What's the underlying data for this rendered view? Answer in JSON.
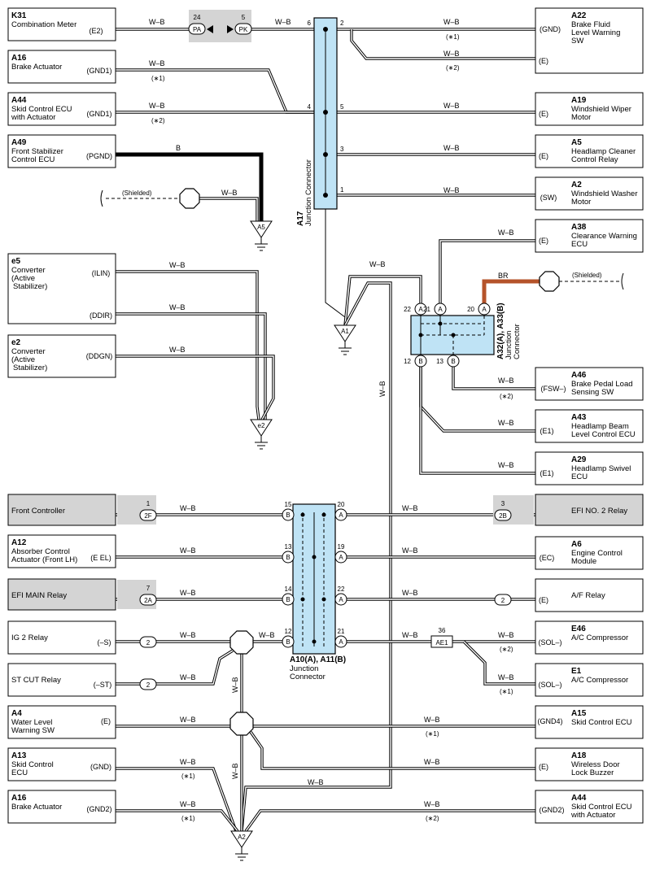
{
  "wire_colors": {
    "wb": "W–B",
    "b": "B",
    "br": "BR"
  },
  "colors": {
    "junction": "#bfe3f5",
    "gray_box": "#d4d4d4",
    "br_wire": "#b5532a"
  },
  "shielded": "(Shielded)",
  "notes": {
    "n1": "(∗1)",
    "n2": "(∗2)"
  },
  "components": {
    "k31": {
      "code": "K31",
      "l1": "Combination Meter",
      "term": "(E2)"
    },
    "a16a": {
      "code": "A16",
      "l1": "Brake Actuator",
      "term": "(GND1)"
    },
    "a44a": {
      "code": "A44",
      "l1": "Skid Control ECU",
      "l2": "with Actuator",
      "term": "(GND1)"
    },
    "a49": {
      "code": "A49",
      "l1": "Front Stabilizer",
      "l2": "Control ECU",
      "term": "(PGND)"
    },
    "e5": {
      "code": "e5",
      "l1": "Converter",
      "l2": "(Active",
      "l3": "Stabilizer)",
      "t1": "(ILIN)",
      "t2": "(DDIR)"
    },
    "e2": {
      "code": "e2",
      "l1": "Converter",
      "l2": "(Active",
      "l3": "Stabilizer)",
      "term": "(DDGN)"
    },
    "front_controller": {
      "l1": "Front Controller"
    },
    "a12": {
      "code": "A12",
      "l1": "Absorber Control",
      "l2": "Actuator (Front LH)",
      "term": "(E EL)"
    },
    "efi_main": {
      "l1": "EFI MAIN Relay"
    },
    "ig2": {
      "l1": "IG 2 Relay",
      "term": "(–S)"
    },
    "stcut": {
      "l1": "ST CUT Relay",
      "term": "(–ST)"
    },
    "a4": {
      "code": "A4",
      "l1": "Water Level",
      "l2": "Warning SW",
      "term": "(E)"
    },
    "a13": {
      "code": "A13",
      "l1": "Skid Control",
      "l2": "ECU",
      "term": "(GND)"
    },
    "a16b": {
      "code": "A16",
      "l1": "Brake Actuator",
      "term": "(GND2)"
    },
    "a22": {
      "code": "A22",
      "l1": "Brake Fluid",
      "l2": "Level Warning",
      "l3": "SW",
      "t1": "(GND)",
      "t2": "(E)"
    },
    "a19": {
      "code": "A19",
      "l1": "Windshield Wiper",
      "l2": "Motor",
      "term": "(E)"
    },
    "a5": {
      "code": "A5",
      "l1": "Headlamp Cleaner",
      "l2": "Control Relay",
      "term": "(E)"
    },
    "a2": {
      "code": "A2",
      "l1": "Windshield Washer",
      "l2": "Motor",
      "term": "(SW)"
    },
    "a38": {
      "code": "A38",
      "l1": "Clearance Warning",
      "l2": "ECU",
      "term": "(E)"
    },
    "a46": {
      "code": "A46",
      "l1": "Brake Pedal Load",
      "l2": "Sensing SW",
      "term": "(FSW–)"
    },
    "a43": {
      "code": "A43",
      "l1": "Headlamp Beam",
      "l2": "Level Control ECU",
      "term": "(E1)"
    },
    "a29": {
      "code": "A29",
      "l1": "Headlamp Swivel",
      "l2": "ECU",
      "term": "(E1)"
    },
    "efi2": {
      "l1": "EFI NO. 2 Relay"
    },
    "a6": {
      "code": "A6",
      "l1": "Engine Control",
      "l2": "Module",
      "term": "(EC)"
    },
    "af": {
      "l1": "A/F Relay",
      "term": "(E)"
    },
    "e46": {
      "code": "E46",
      "l1": "A/C Compressor",
      "term": "(SOL–)"
    },
    "e1": {
      "code": "E1",
      "l1": "A/C Compressor",
      "term": "(SOL–)"
    },
    "a15": {
      "code": "A15",
      "l1": "Skid Control ECU",
      "term": "(GND4)"
    },
    "a18": {
      "code": "A18",
      "l1": "Wireless Door",
      "l2": "Lock Buzzer",
      "term": "(E)"
    },
    "a44b": {
      "code": "A44",
      "l1": "Skid Control ECU",
      "l2": "with Actuator",
      "term": "(GND2)"
    }
  },
  "connectors": {
    "pa_num": "24",
    "pa": "PA",
    "pk_num": "5",
    "pk": "PK",
    "f2_num": "1",
    "f2": "2F",
    "a2c_num": "7",
    "a2c": "2A",
    "ig2c": "2",
    "stcutc": "2",
    "b2_num": "3",
    "b2": "2B",
    "afc": "2",
    "ae1_num": "36",
    "ae1": "AE1"
  },
  "junctions": {
    "a17": {
      "l1": "A17",
      "l2": "Junction Connector",
      "pins": [
        "6",
        "2",
        "4",
        "5",
        "3",
        "1"
      ]
    },
    "a32": {
      "l1": "A32(A), A33(B)",
      "l2": "Junction",
      "l3": "Connector",
      "p22": "22",
      "p21": "21",
      "p20": "20",
      "p12": "12",
      "p13": "13",
      "A": "A",
      "B": "B"
    },
    "a10": {
      "l1": "A10(A), A11(B)",
      "l2": "Junction",
      "l3": "Connector",
      "pl": [
        "15",
        "13",
        "14",
        "12"
      ],
      "pr": [
        "20",
        "19",
        "22",
        "21"
      ],
      "A": "A",
      "B": "B"
    }
  },
  "grounds": {
    "a5": "A5",
    "e2": "e2",
    "a1": "A1",
    "a2": "A2"
  }
}
